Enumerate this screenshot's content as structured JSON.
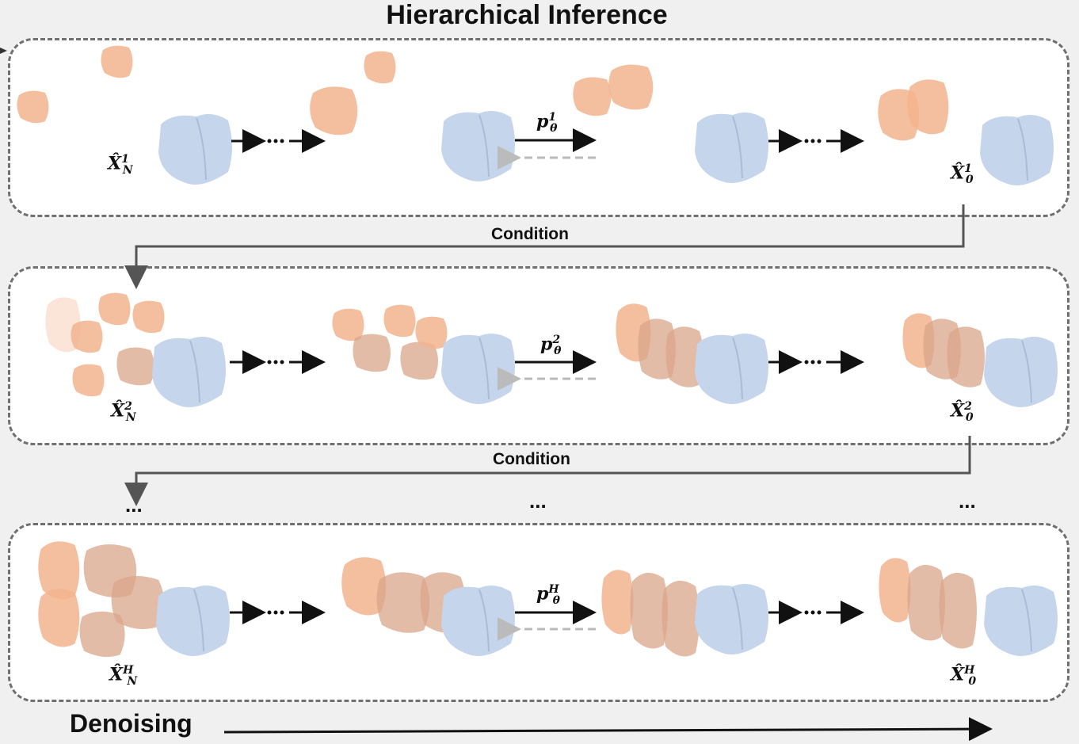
{
  "title": "Hierarchical Inference",
  "rows": [
    {
      "start_label": {
        "base": "X̂",
        "sup": "1",
        "sub": "N"
      },
      "end_label": {
        "base": "X̂",
        "sup": "1",
        "sub": "0"
      },
      "model": {
        "base": "p",
        "sup": "1",
        "sub": "θ"
      }
    },
    {
      "start_label": {
        "base": "X̂",
        "sup": "2",
        "sub": "N"
      },
      "end_label": {
        "base": "X̂",
        "sup": "2",
        "sub": "0"
      },
      "model": {
        "base": "p",
        "sup": "2",
        "sub": "θ"
      }
    },
    {
      "start_label": {
        "base": "X̂",
        "sup": "H",
        "sub": "N"
      },
      "end_label": {
        "base": "X̂",
        "sup": "H",
        "sub": "0"
      },
      "model": {
        "base": "p",
        "sup": "H",
        "sub": "θ"
      }
    }
  ],
  "condition_label_1": "Condition",
  "condition_label_2": "Condition",
  "ellipsis": "...",
  "arrow_ellipsis": "···",
  "denoising_label": "Denoising",
  "colors": {
    "fragment": "#f2b48e",
    "base": "#c5d5ec",
    "dash": "#707070"
  }
}
